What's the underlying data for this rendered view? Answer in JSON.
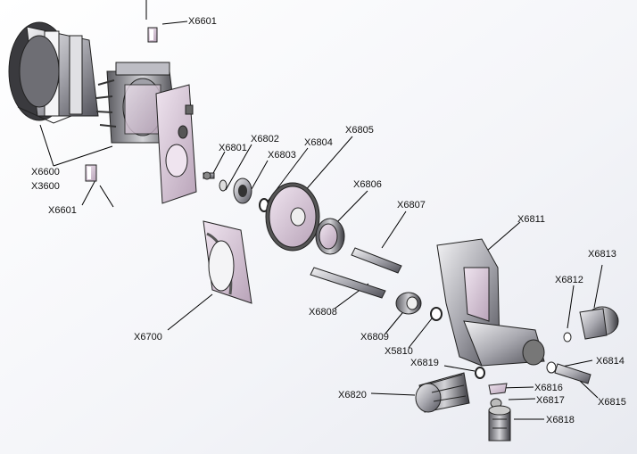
{
  "diagram": {
    "labels": {
      "x6601_top": "X6601",
      "x6801": "X6801",
      "x6802": "X6802",
      "x6803": "X6803",
      "x6804": "X6804",
      "x6805": "X6805",
      "x6600": "X6600",
      "x3600": "X3600",
      "x6601_left": "X6601",
      "x6806": "X6806",
      "x6807": "X6807",
      "x6811": "X6811",
      "x6813": "X6813",
      "x6812": "X6812",
      "x6700": "X6700",
      "x6808": "X6808",
      "x6809": "X6809",
      "x5810": "X5810",
      "x6819": "X6819",
      "x6814": "X6814",
      "x6816": "X6816",
      "x6820": "X6820",
      "x6817": "X6817",
      "x6815": "X6815",
      "x6818": "X6818"
    },
    "colors": {
      "outline": "#222222",
      "accent_mauve": "#d8c6d8",
      "metal": "#c8c8cc",
      "leader": "#000000"
    }
  }
}
